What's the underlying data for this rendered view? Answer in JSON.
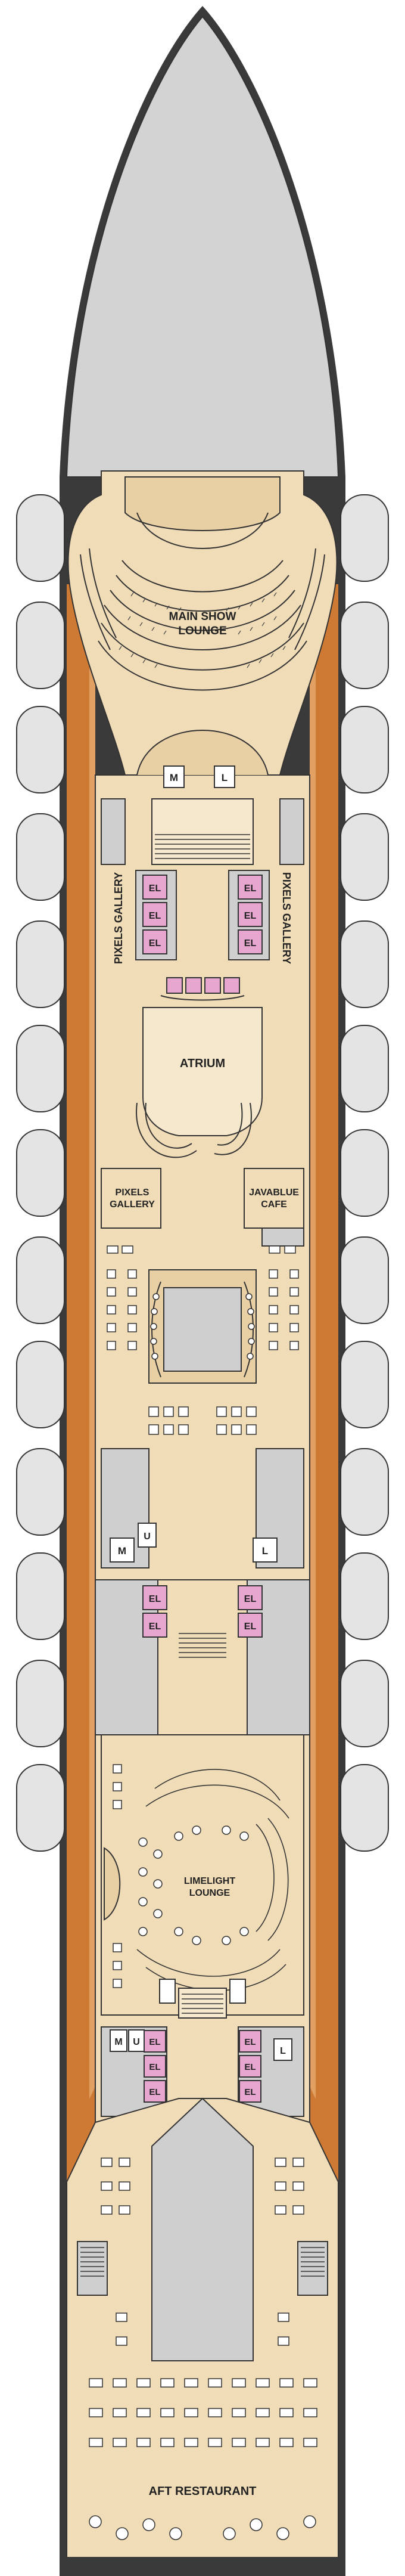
{
  "colors": {
    "hull": "#3a3a3a",
    "bow": "#d3d3d3",
    "interior": "#f1dcb8",
    "interior_light": "#f6e8cd",
    "promenade": "#cf7a34",
    "promenade_light": "#e2a062",
    "lifeboat": "#e4e4e4",
    "elevator": "#e7a6cf",
    "grey_block": "#cfcfcf",
    "line": "#333333"
  },
  "labels": {
    "main_show_lounge_1": "MAIN SHOW",
    "main_show_lounge_2": "LOUNGE",
    "atrium": "ATRIUM",
    "pixels_gallery_left": "PIXELS GALLERY",
    "pixels_gallery_right": "PIXELS GALLERY",
    "pixels_gallery_small_1": "PIXELS",
    "pixels_gallery_small_2": "GALLERY",
    "javablue_1": "JAVABLUE",
    "javablue_2": "CAFE",
    "limelight_1": "LIMELIGHT",
    "limelight_2": "LOUNGE",
    "aft_restaurant": "AFT RESTAURANT",
    "restroom_men": "M",
    "restroom_ladies": "L",
    "restroom_unisex": "U",
    "elevator": "EL"
  },
  "icons": {
    "elevator": "elevator-icon",
    "restroom": "restroom-icon",
    "lifeboat": "lifeboat-icon",
    "stairs": "stairs-icon",
    "table": "table-icon",
    "seating": "seating-icon"
  }
}
